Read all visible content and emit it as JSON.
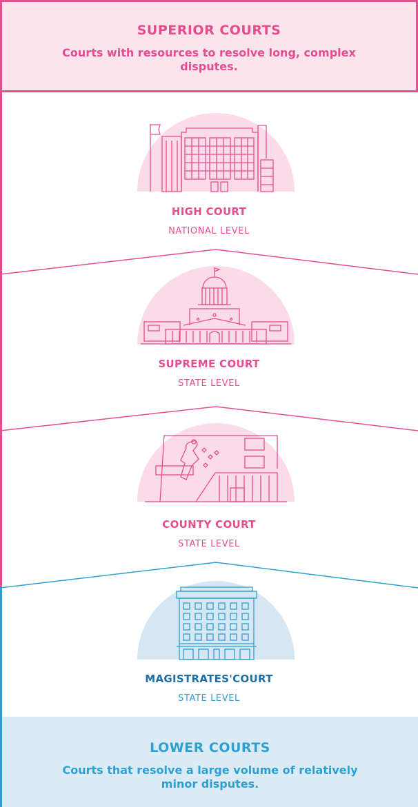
{
  "superior": {
    "title": "SUPERIOR COURTS",
    "subtitle": "Courts with resources to resolve long, complex disputes."
  },
  "courts": [
    {
      "name": "HIGH COURT",
      "level": "NATIONAL LEVEL",
      "icon": "high-court-building-icon"
    },
    {
      "name": "SUPREME COURT",
      "level": "STATE LEVEL",
      "icon": "supreme-court-capitol-icon"
    },
    {
      "name": "COUNTY COURT",
      "level": "STATE LEVEL",
      "icon": "county-court-building-icon"
    },
    {
      "name": "MAGISTRATES'COURT",
      "level": "STATE LEVEL",
      "icon": "magistrates-court-building-icon"
    }
  ],
  "lower": {
    "title": "LOWER COURTS",
    "subtitle": "Courts that resolve a large volume of relatively minor disputes."
  },
  "colors": {
    "pink": "#e64d8f",
    "pink_light": "#fbe4ec",
    "blue": "#2e9fd1",
    "blue_light": "#dbebf6"
  }
}
